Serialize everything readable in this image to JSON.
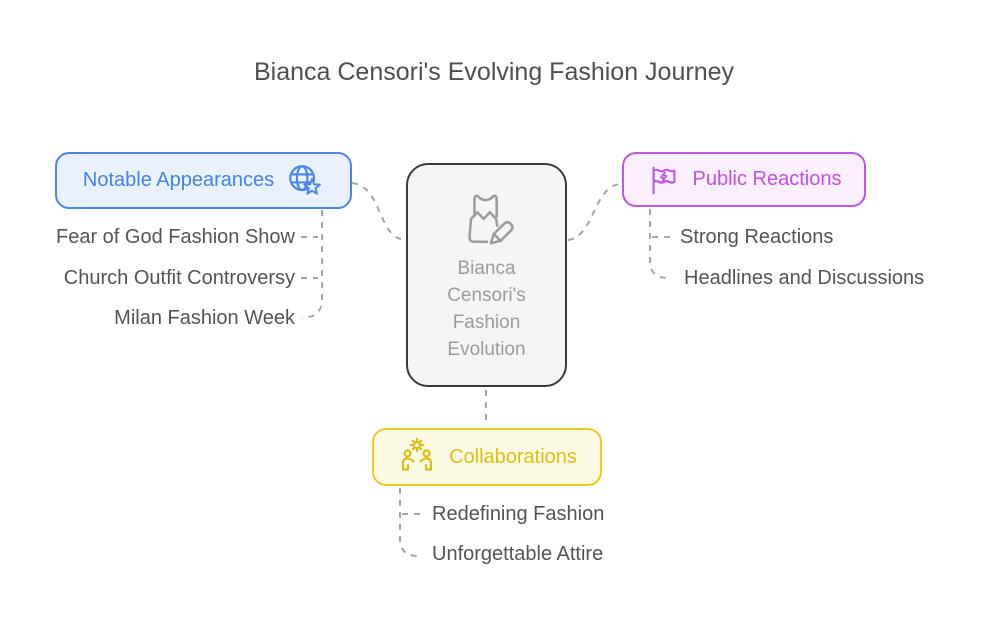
{
  "title": "Bianca Censori's Evolving Fashion Journey",
  "center_node": {
    "label": "Bianca Censori's Fashion Evolution",
    "icon": "dress-pencil-icon",
    "border_color": "#3a3a3a",
    "background": "#f5f5f5",
    "text_color": "#9c9c9c"
  },
  "branches": [
    {
      "label": "Notable Appearances",
      "icon": "globe-star-icon",
      "accent_color": "#4581e6",
      "border_color": "#4d85ea",
      "background": "#e8f1fc",
      "items": [
        "Fear of God Fashion Show",
        "Church Outfit Controversy",
        "Milan Fashion Week"
      ]
    },
    {
      "label": "Public Reactions",
      "icon": "flag-lightning-icon",
      "accent_color": "#c44fe2",
      "border_color": "#c156e2",
      "background": "#faeffd",
      "items": [
        "Strong Reactions",
        "Headlines and Discussions"
      ]
    },
    {
      "label": "Collaborations",
      "icon": "people-gear-icon",
      "accent_color": "#ddc118",
      "border_color": "#e7cd22",
      "background": "#fcf9e2",
      "items": [
        "Redefining Fashion",
        "Unforgettable Attire"
      ]
    }
  ],
  "connector_color": "#a5a5a5",
  "item_text_color": "#545454"
}
